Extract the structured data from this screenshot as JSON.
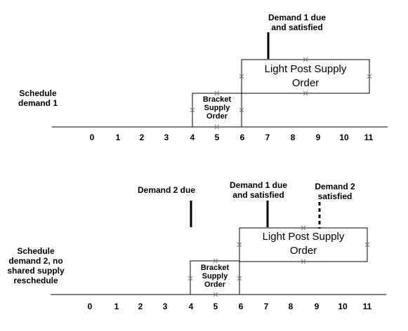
{
  "axis_ticks": [
    "0",
    "1",
    "2",
    "3",
    "4",
    "5",
    "6",
    "7",
    "8",
    "9",
    "10",
    "11"
  ],
  "schedule1": {
    "label_line1": "Schedule",
    "label_line2": "demand 1",
    "bracket": {
      "line1": "Bracket",
      "line2": "Supply",
      "line3": "Order"
    },
    "light_post": {
      "line1": "Light Post Supply",
      "line2": "Order"
    },
    "demand1_due": {
      "line1": "Demand 1 due",
      "line2": "and satisfied"
    }
  },
  "schedule2": {
    "label_line1": "Schedule",
    "label_line2": "demand 2, no",
    "label_line3": "shared supply",
    "label_line4": "reschedule",
    "bracket": {
      "line1": "Bracket",
      "line2": "Supply",
      "line3": "Order"
    },
    "light_post": {
      "line1": "Light Post Supply",
      "line2": "Order"
    },
    "demand1_due": {
      "line1": "Demand 1 due",
      "line2": "and satisfied"
    },
    "demand2_due": "Demand 2 due",
    "demand2_satisfied": {
      "line1": "Demand 2",
      "line2": "satisfied"
    }
  },
  "colors": {
    "line": "#000000",
    "marker": "#808080"
  }
}
